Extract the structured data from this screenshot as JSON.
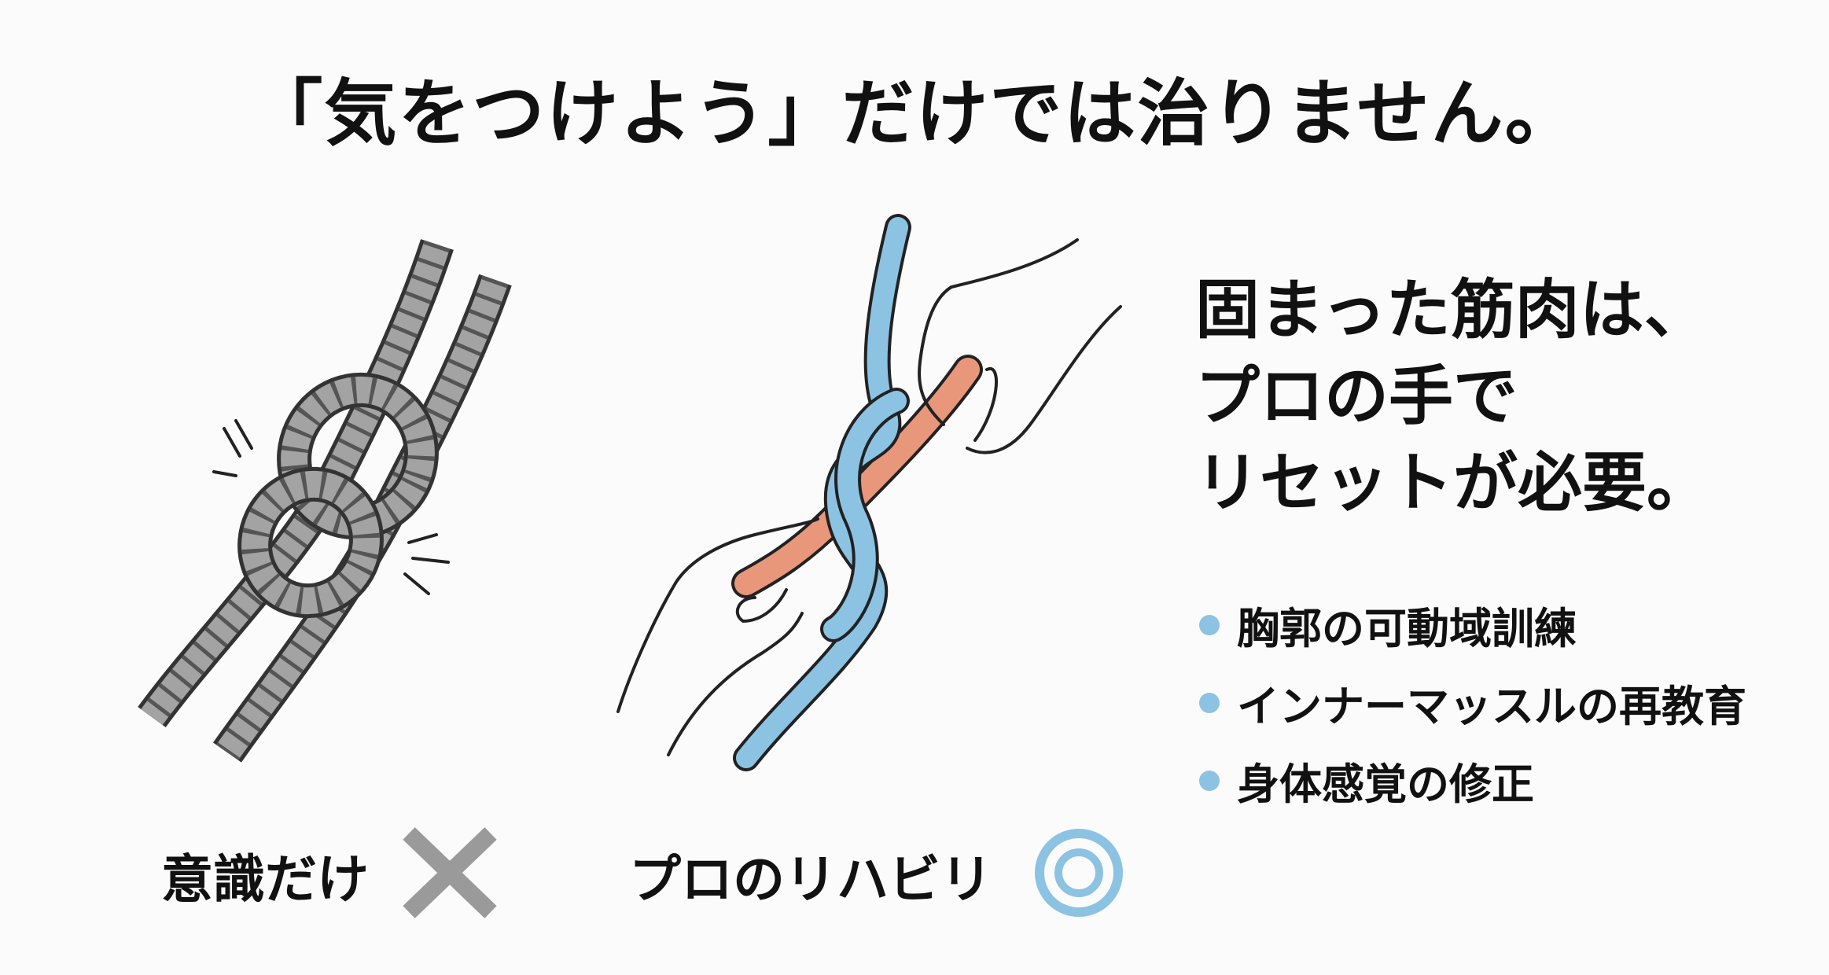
{
  "title": "「気をつけよう」だけでは治りません。",
  "heading": {
    "lines": [
      "固まった筋肉は、",
      "プロの手で",
      "リセットが必要。"
    ]
  },
  "bullets": [
    {
      "text": "胸郭の可動域訓練"
    },
    {
      "text": "インナーマッスルの再教育"
    },
    {
      "text": "身体感覚の修正"
    }
  ],
  "comparison": {
    "left_label": "意識だけ",
    "left_mark": "cross-icon",
    "right_label": "プロのリハビリ",
    "right_mark": "double-circle-icon"
  },
  "colors": {
    "accent_blue": "#8cc3e3",
    "muscle_orange": "#e9977b",
    "rope_gray": "#a3a3a3",
    "cross_gray": "#9a9a9a",
    "text": "#111111"
  }
}
